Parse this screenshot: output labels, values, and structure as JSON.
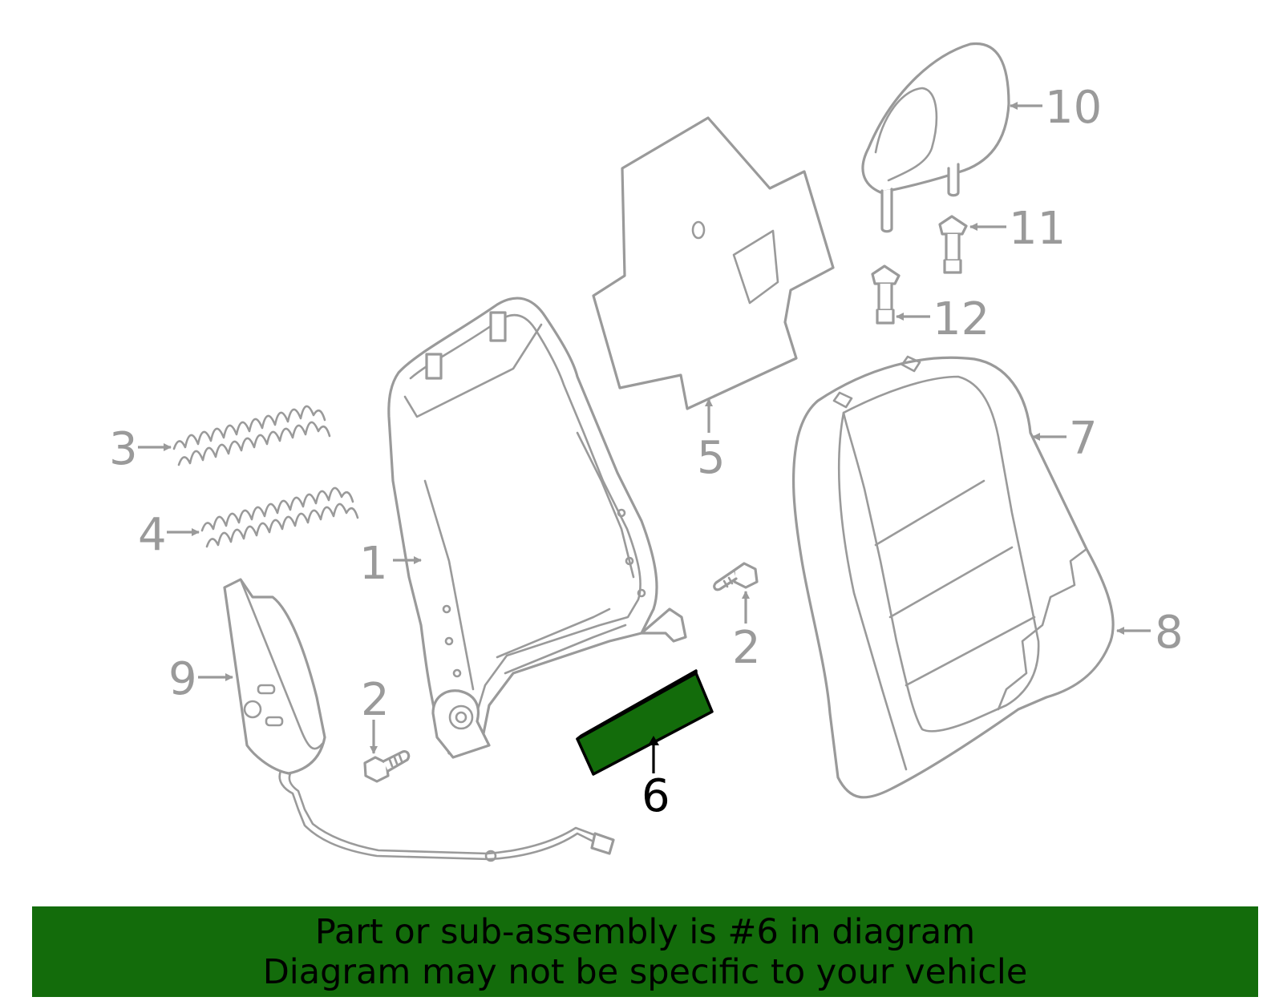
{
  "callouts": {
    "c1": "1",
    "c2a": "2",
    "c2b": "2",
    "c3": "3",
    "c4": "4",
    "c5": "5",
    "c6": "6",
    "c7": "7",
    "c8": "8",
    "c9": "9",
    "c10": "10",
    "c11": "11",
    "c12": "12"
  },
  "highlighted_part": "6",
  "banner": {
    "line1": "Part or sub-assembly is #6 in diagram",
    "line2": "Diagram may not be specific to your vehicle"
  },
  "colors": {
    "highlight": "#136c0b",
    "line": "#9a9a9a",
    "highlight_text": "#000000"
  }
}
